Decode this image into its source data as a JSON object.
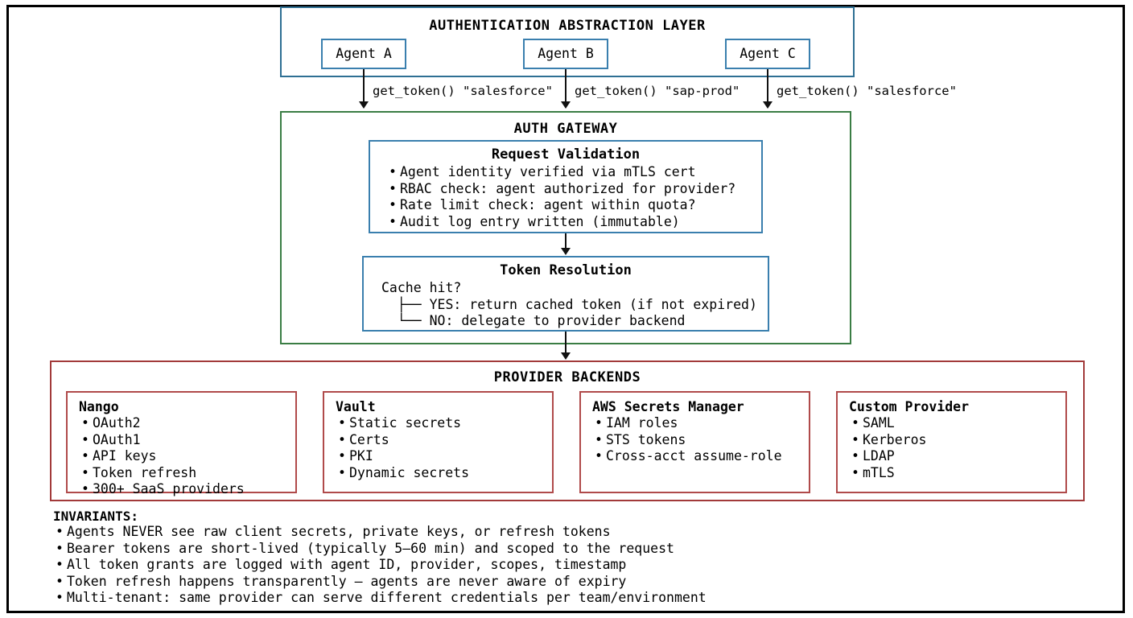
{
  "diagram": {
    "abstraction_layer": {
      "title": "AUTHENTICATION ABSTRACTION LAYER",
      "agents": [
        {
          "label": "Agent A",
          "call": "get_token() \"salesforce\""
        },
        {
          "label": "Agent B",
          "call": "get_token() \"sap-prod\""
        },
        {
          "label": "Agent C",
          "call": "get_token() \"salesforce\""
        }
      ]
    },
    "auth_gateway": {
      "title": "AUTH GATEWAY",
      "request_validation": {
        "title": "Request Validation",
        "items": [
          "Agent identity verified via mTLS cert",
          "RBAC check: agent authorized for provider?",
          "Rate limit check: agent within quota?",
          "Audit log entry written (immutable)"
        ]
      },
      "token_resolution": {
        "title": "Token Resolution",
        "lines": [
          "Cache hit?",
          "  ├── YES: return cached token (if not expired)",
          "  └── NO: delegate to provider backend"
        ]
      }
    },
    "provider_backends": {
      "title": "PROVIDER BACKENDS",
      "cards": [
        {
          "name": "Nango",
          "items": [
            "OAuth2",
            "OAuth1",
            "API keys",
            "Token refresh",
            "300+ SaaS providers"
          ]
        },
        {
          "name": "Vault",
          "items": [
            "Static secrets",
            "Certs",
            "PKI",
            "Dynamic secrets"
          ]
        },
        {
          "name": "AWS Secrets Manager",
          "items": [
            "IAM roles",
            "STS tokens",
            "Cross-acct assume-role"
          ]
        },
        {
          "name": "Custom Provider",
          "items": [
            "SAML",
            "Kerberos",
            "LDAP",
            "mTLS"
          ]
        }
      ]
    },
    "invariants": {
      "title": "INVARIANTS:",
      "items": [
        "Agents NEVER see raw client secrets, private keys, or refresh tokens",
        "Bearer tokens are short-lived (typically 5–60 min) and scoped to the request",
        "All token grants are logged with agent ID, provider, scopes, timestamp",
        "Token refresh happens transparently — agents are never aware of expiry",
        "Multi-tenant: same provider can serve different credentials per team/environment"
      ]
    },
    "colors": {
      "frame": "#000000",
      "abstraction_layer_border": "#2e6f93",
      "gateway_border": "#3a7d44",
      "backends_border": "#a23a3a",
      "inner_blue_border": "#3a7fae",
      "inner_red_border": "#b04a4a",
      "background": "#ffffff"
    }
  }
}
